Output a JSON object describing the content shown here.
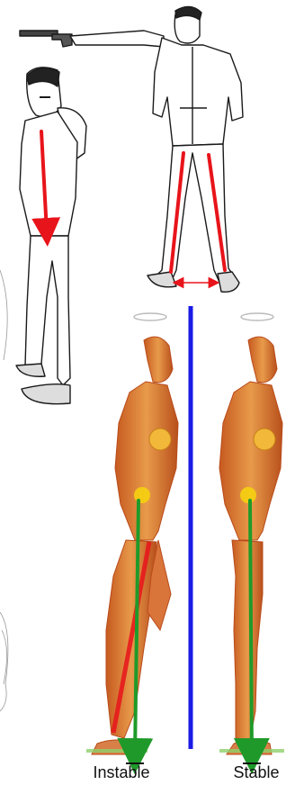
{
  "captions": {
    "unstable": "Instable",
    "stable": "Stable"
  },
  "colors": {
    "force_arrow": "#e8141b",
    "gravity_line": "#1f9a2a",
    "divider": "#1a1ae6",
    "muscle_fill": "#e08a3a",
    "muscle_dark": "#b94a1a",
    "line_art": "#1a1a1a",
    "pelvis_highlight": "#f5d010"
  },
  "icons": {
    "shooter_front": "shooter-front-illustration",
    "shooter_side": "shooter-side-illustration",
    "anatomy_left": "anatomical-figure-unstable",
    "anatomy_right": "anatomical-figure-stable"
  }
}
